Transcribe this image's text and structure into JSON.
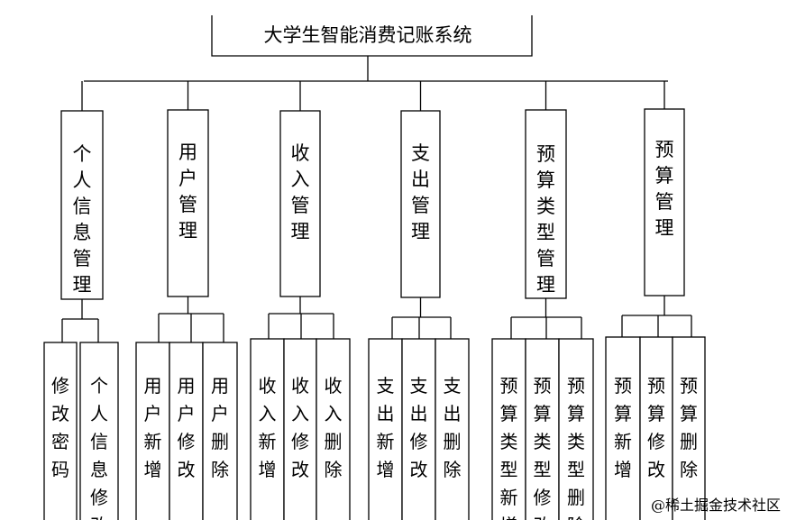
{
  "root": {
    "label": "大学生智能消费记账系统"
  },
  "modules": [
    {
      "id": "personal",
      "label": "个人信息管理",
      "children": [
        "修改密码",
        "个人信息修改"
      ]
    },
    {
      "id": "user",
      "label": "用户管理",
      "children": [
        "用户新增",
        "用户修改",
        "用户删除"
      ]
    },
    {
      "id": "income",
      "label": "收入管理",
      "children": [
        "收入新增",
        "收入修改",
        "收入删除"
      ]
    },
    {
      "id": "expense",
      "label": "支出管理",
      "children": [
        "支出新增",
        "支出修改",
        "支出删除"
      ]
    },
    {
      "id": "budget-type",
      "label": "预算类型管理",
      "children": [
        "预算类型新增",
        "预算类型修改",
        "预算类型删除"
      ]
    },
    {
      "id": "budget",
      "label": "预算管理",
      "children": [
        "预算新增",
        "预算修改",
        "预算删除"
      ]
    }
  ],
  "watermark": "@稀土掘金技术社区",
  "colors": {
    "line": "#000000",
    "box_fill": "#ffffff",
    "watermark": "#b8b8b8"
  }
}
